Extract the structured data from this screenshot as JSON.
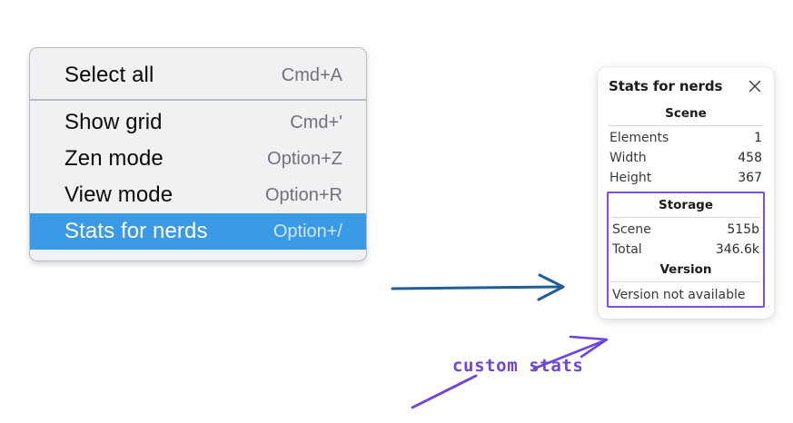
{
  "context_menu": {
    "groups": [
      {
        "items": [
          {
            "label": "Select all",
            "shortcut": "Cmd+A",
            "selected": false
          }
        ]
      },
      {
        "items": [
          {
            "label": "Show grid",
            "shortcut": "Cmd+'",
            "selected": false
          },
          {
            "label": "Zen mode",
            "shortcut": "Option+Z",
            "selected": false
          },
          {
            "label": "View mode",
            "shortcut": "Option+R",
            "selected": false
          },
          {
            "label": "Stats for nerds",
            "shortcut": "Option+/",
            "selected": true
          }
        ]
      }
    ],
    "highlight_color": "#3b9ae6"
  },
  "stats_panel": {
    "title": "Stats for nerds",
    "close_icon": "close-icon",
    "sections": [
      {
        "name": "scene",
        "heading": "Scene",
        "framed": false,
        "rows": [
          {
            "key": "Elements",
            "value": "1"
          },
          {
            "key": "Width",
            "value": "458"
          },
          {
            "key": "Height",
            "value": "367"
          }
        ]
      },
      {
        "name": "storage",
        "heading": "Storage",
        "framed": true,
        "rows": [
          {
            "key": "Scene",
            "value": "515b"
          },
          {
            "key": "Total",
            "value": "346.6k"
          }
        ]
      },
      {
        "name": "version",
        "heading": "Version",
        "framed": true,
        "note": "Version not available"
      }
    ],
    "frame_color": "#7c4dea"
  },
  "annotations": {
    "callout_text": "custom stats",
    "callout_color": "#6d45d9",
    "flow_arrow_color": "#1f5f99"
  }
}
